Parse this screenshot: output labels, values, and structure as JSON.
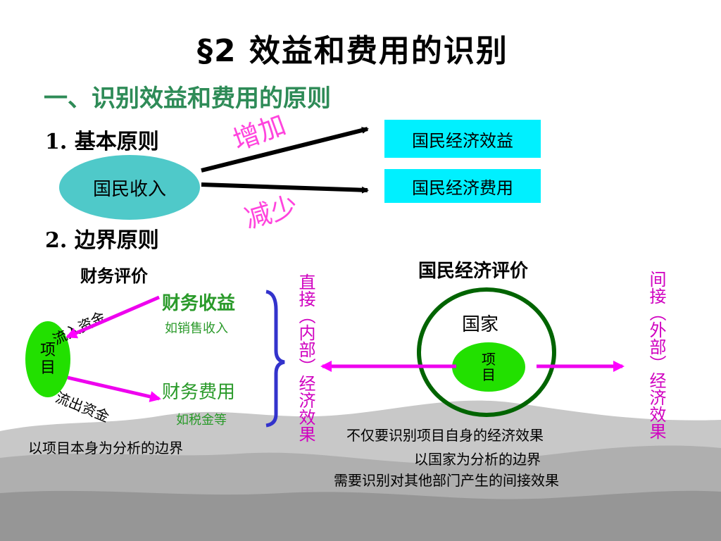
{
  "title": "§2  效益和费用的识别",
  "subtitle": "一、识别效益和费用的原则",
  "basic_principle": {
    "heading": "1. 基本原则",
    "source": "国民收入",
    "increase_label": "增加",
    "decrease_label": "减少",
    "benefit": "国民经济效益",
    "cost": "国民经济费用"
  },
  "marginal_principle": {
    "heading": "2. 边界原则",
    "financial": {
      "title": "财务评价",
      "project": "项\n目",
      "inflow": "流入资金",
      "outflow": "流出资金",
      "income": "财务收益",
      "income_example": "如销售收入",
      "cost": "财务费用",
      "cost_example": "如税金等",
      "direct_effect": "直接（内部）经济效果",
      "boundary": "以项目本身为分析的边界"
    },
    "national": {
      "title": "国民经济评价",
      "country": "国家",
      "project": "项\n目",
      "indirect_effect": "间接（外部）经济效果",
      "line1": "不仅要识别项目自身的经济效果",
      "line2": "以国家为分析的边界",
      "line3": "需要识别对其他部门产生的间接效果"
    }
  },
  "colors": {
    "teal_ellipse": "#4fc9c9",
    "cyan_box": "#00f0ff",
    "green_project": "#22e000",
    "green_text": "#2a9a2a",
    "magenta": "#d000c0",
    "pink_label": "#ff44dd",
    "circle_border": "#006400"
  }
}
